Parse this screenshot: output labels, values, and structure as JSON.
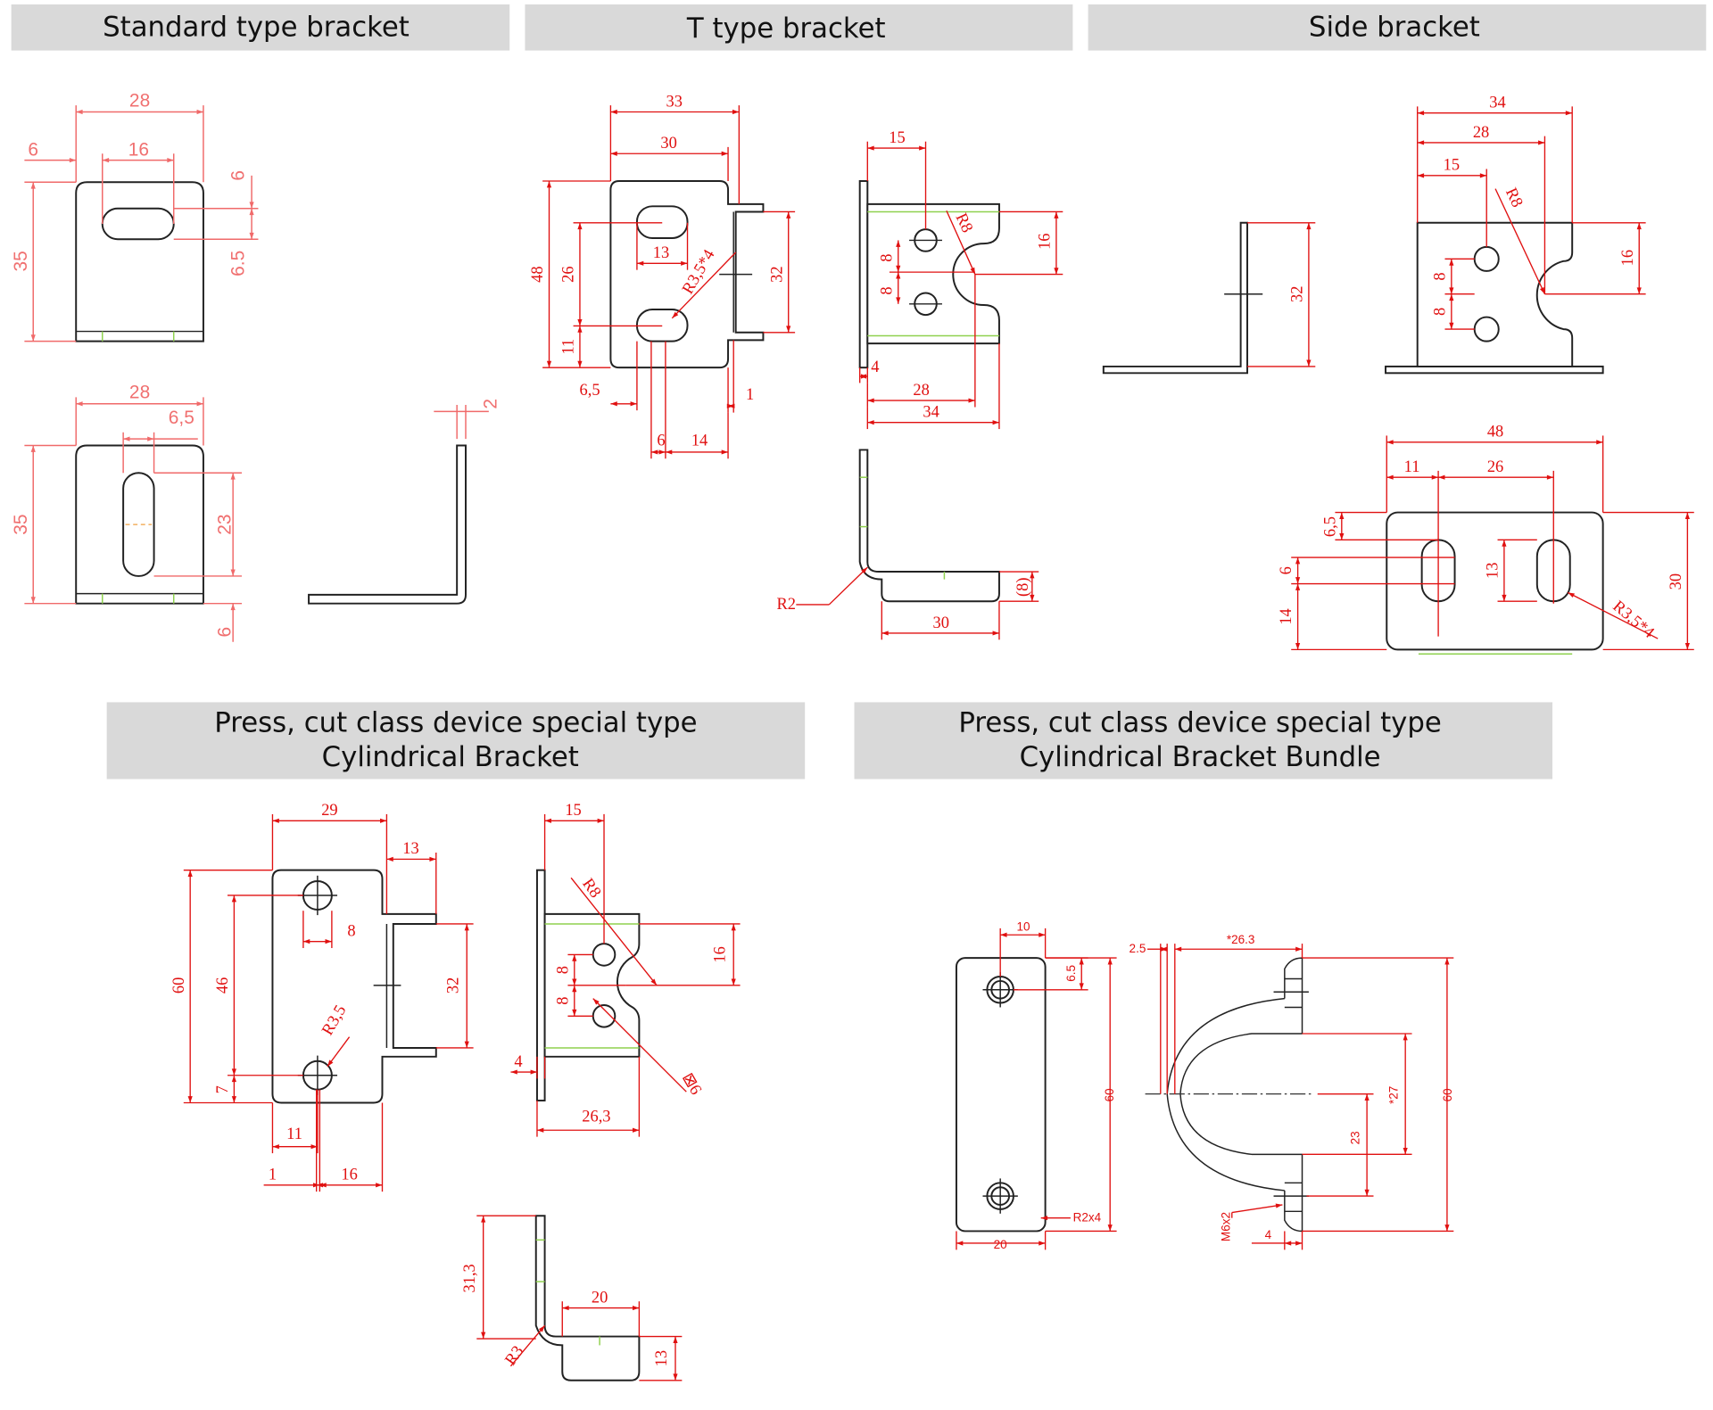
{
  "headers": {
    "standard": "Standard type   bracket",
    "t_type": "T type bracket",
    "side": "Side bracket",
    "cylindrical_line1": "Press, cut class device special type",
    "cylindrical_line2": "Cylindrical Bracket",
    "bundle_line1": "Press, cut class device special type",
    "bundle_line2": "Cylindrical  Bracket  Bundle"
  },
  "standard": {
    "dims": [
      "28",
      "6",
      "16",
      "6",
      "6.5",
      "35",
      "28",
      "6,5",
      "35",
      "23",
      "6",
      "2"
    ]
  },
  "t_type": {
    "dims": [
      "33",
      "30",
      "48",
      "26",
      "11",
      "13",
      "R3,5*4",
      "32",
      "6,5",
      "1",
      "6",
      "14",
      "15",
      "R8",
      "16",
      "8",
      "8",
      "4",
      "28",
      "34",
      "R2",
      "(8)",
      "30"
    ]
  },
  "side": {
    "dims": [
      "34",
      "28",
      "15",
      "R8",
      "16",
      "8",
      "8",
      "32",
      "48",
      "11",
      "26",
      "6,5",
      "6",
      "14",
      "13",
      "30",
      "R3,5*4"
    ]
  },
  "cylindrical": {
    "dims": [
      "29",
      "13",
      "60",
      "46",
      "7",
      "8",
      "R3,5",
      "32",
      "11",
      "1",
      "16",
      "15",
      "R8",
      "16",
      "8",
      "8",
      "4",
      "26,3",
      "⊠6",
      "31,3",
      "20",
      "R3",
      "13"
    ]
  },
  "bundle": {
    "dims": [
      "10",
      "6.5",
      "60",
      "20",
      "R2x4",
      "2.5",
      "*26.3",
      "60",
      "*27",
      "23",
      "M6x2",
      "4"
    ]
  },
  "colors": {
    "dimension": "#e01010",
    "dimension_light": "#f07070",
    "bend_line": "#8fd14f",
    "header_bg": "#d9d9d9"
  }
}
